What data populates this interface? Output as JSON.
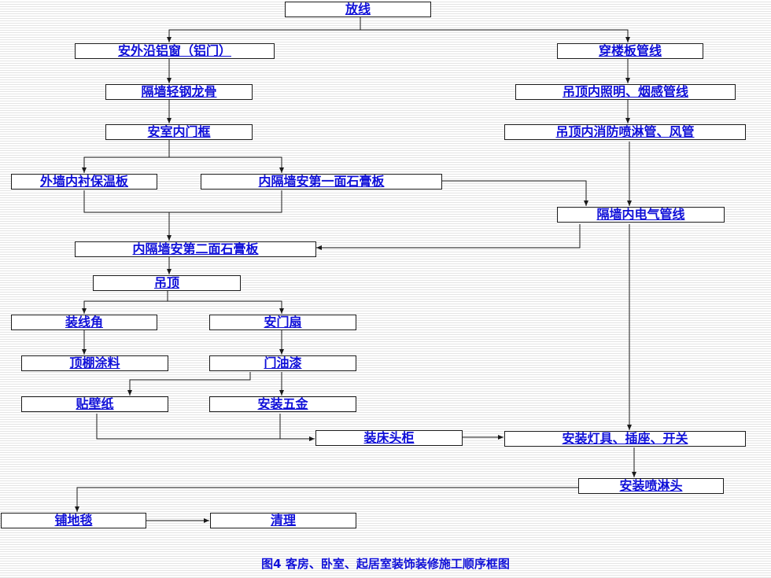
{
  "nodes": {
    "n1": "放线",
    "n2": "安外沿铝窗（铝门）",
    "n3": "隔墙轻钢龙骨",
    "n4": "安室内门框",
    "n5": "外墙内衬保温板",
    "n6": "内隔墙安第一面石膏板",
    "n7": "内隔墙安第二面石膏板",
    "n8": "吊顶",
    "n9": "装线角",
    "n10": "安门扇",
    "n11": "顶棚涂料",
    "n12": "门油漆",
    "n13": "贴壁纸",
    "n14": "安装五金",
    "n15": "装床头柜",
    "n16": "安装灯具、插座、开关",
    "n17": "安装喷淋头",
    "n18": "铺地毯",
    "n19": "清理",
    "n20": "穿楼板管线",
    "n21": "吊顶内照明、烟感管线",
    "n22": "吊顶内消防喷淋管、风管",
    "n23": "隔墙内电气管线"
  },
  "caption": "图4   客房、卧室、起居室装饰装修施工顺序框图",
  "colors": {
    "text": "#1010d8",
    "line": "#1a1a1a",
    "stripe": "#e4e4e4"
  }
}
